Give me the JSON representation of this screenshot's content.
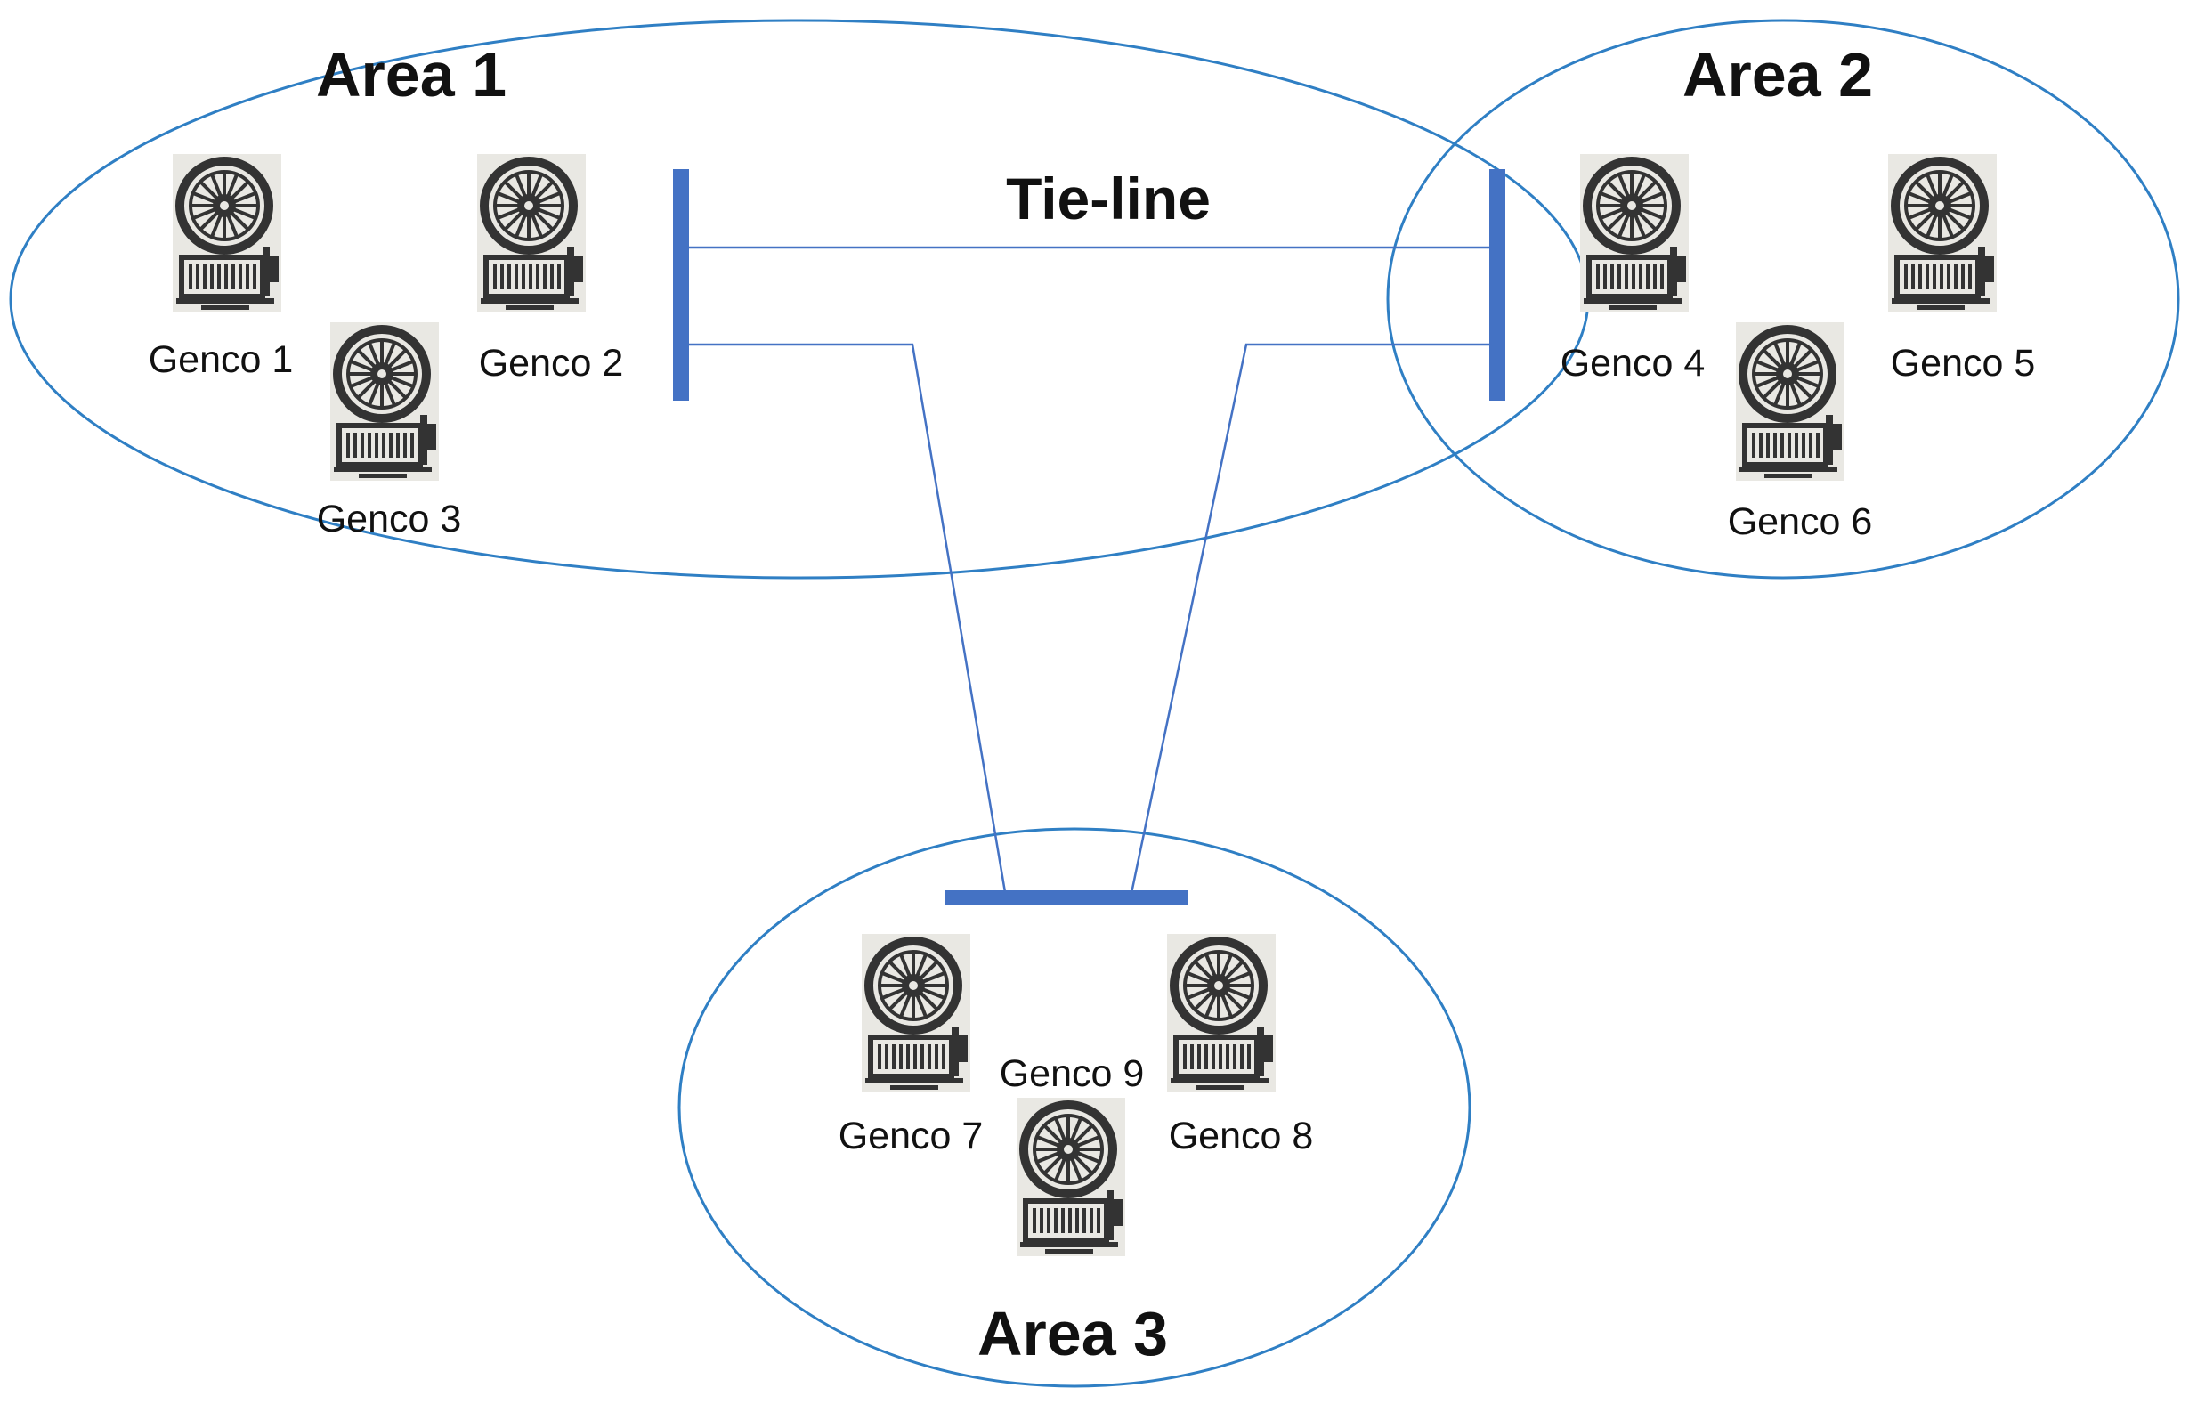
{
  "colors": {
    "boundary": "#2f7fc4",
    "busbar": "#4472c4",
    "line": "#4472c4",
    "icon": "#333333",
    "icon_bg": "#e9e8e3"
  },
  "tie_line_label": "Tie-line",
  "areas": [
    {
      "label": "Area 1",
      "gencos": [
        {
          "label": "Genco 1",
          "icon": "generator-icon"
        },
        {
          "label": "Genco 2",
          "icon": "generator-icon"
        },
        {
          "label": "Genco 3",
          "icon": "generator-icon"
        }
      ]
    },
    {
      "label": "Area 2",
      "gencos": [
        {
          "label": "Genco 4",
          "icon": "generator-icon"
        },
        {
          "label": "Genco 5",
          "icon": "generator-icon"
        },
        {
          "label": "Genco 6",
          "icon": "generator-icon"
        }
      ]
    },
    {
      "label": "Area 3",
      "gencos": [
        {
          "label": "Genco 7",
          "icon": "generator-icon"
        },
        {
          "label": "Genco 8",
          "icon": "generator-icon"
        },
        {
          "label": "Genco 9",
          "icon": "generator-icon"
        }
      ]
    }
  ]
}
